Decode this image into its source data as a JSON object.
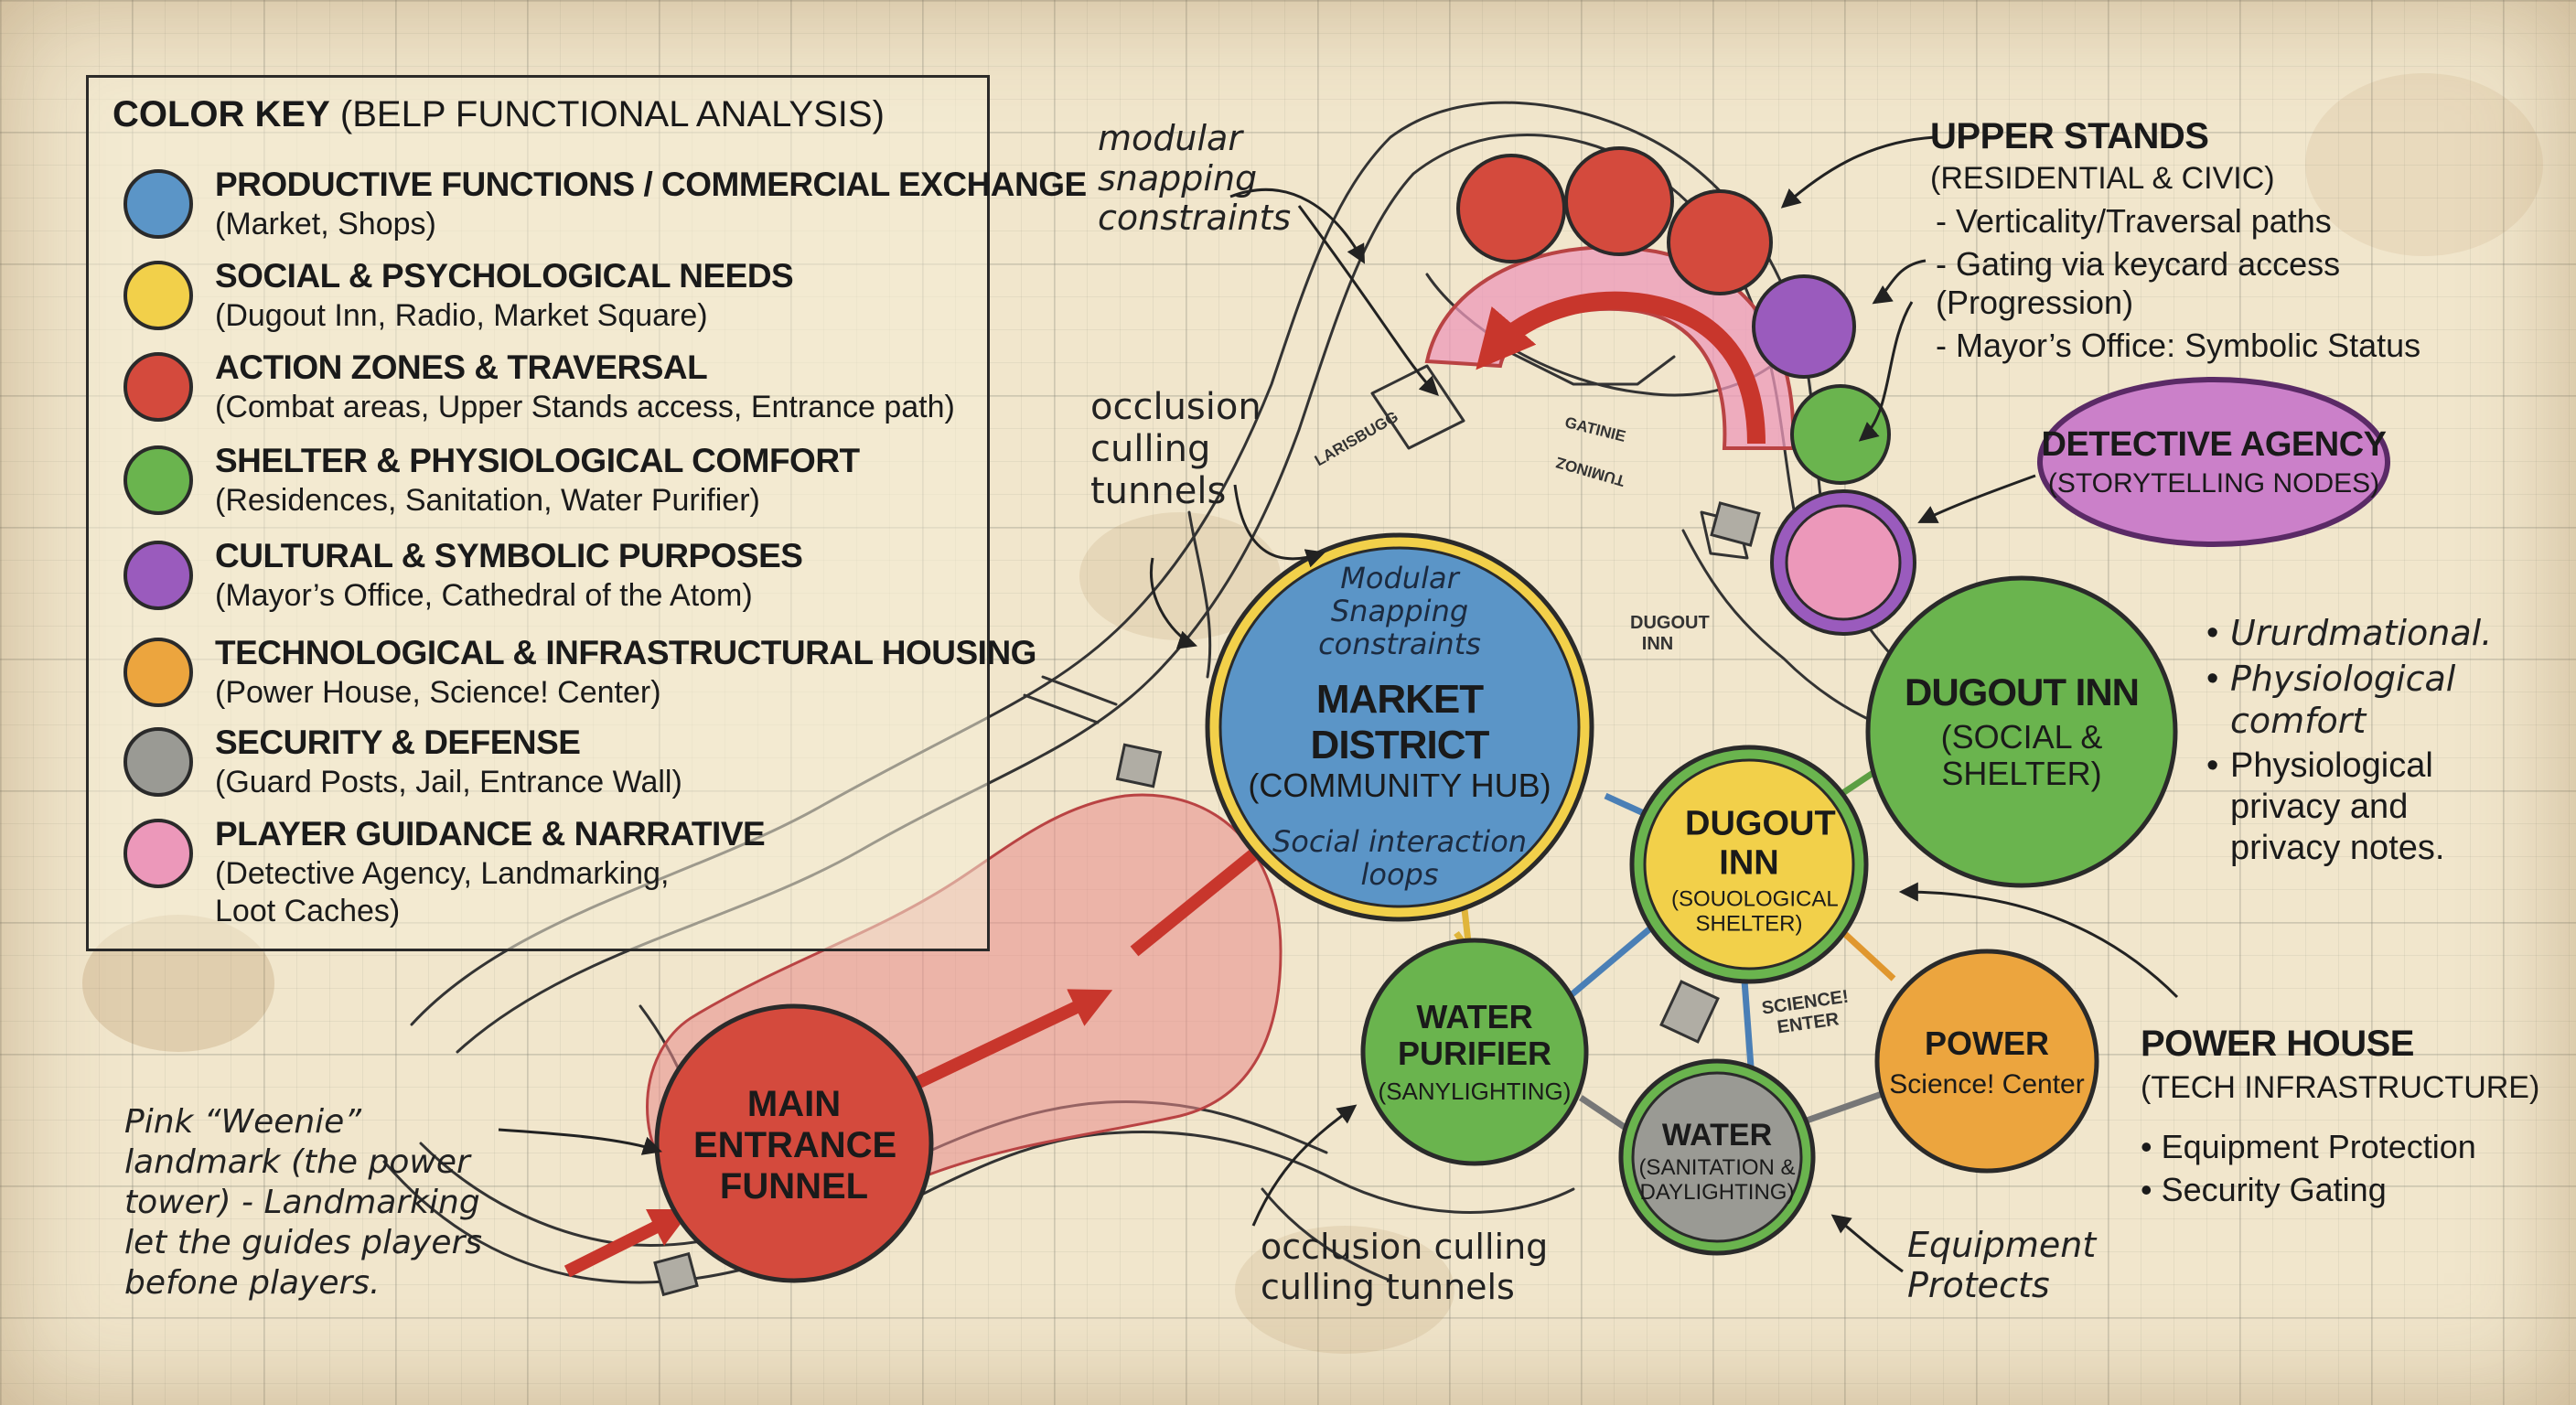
{
  "color_key": {
    "title_bold": "COLOR KEY",
    "title_rest": " (BELP FUNCTIONAL ANALYSIS)",
    "items": [
      {
        "label": "PRODUCTIVE FUNCTIONS / COMMERCIAL EXCHANGE",
        "sub": "(Market, Shops)",
        "color": "#5b95c7"
      },
      {
        "label": "SOCIAL & PSYCHOLOGICAL NEEDS",
        "sub": "(Dugout Inn, Radio, Market Square)",
        "color": "#f2d04a"
      },
      {
        "label": "ACTION ZONES & TRAVERSAL",
        "sub": "(Combat areas, Upper Stands access, Entrance path)",
        "color": "#d44a3d"
      },
      {
        "label": "SHELTER & PHYSIOLOGICAL COMFORT",
        "sub": "(Residences, Sanitation, Water Purifier)",
        "color": "#6ab44e"
      },
      {
        "label": "CULTURAL & SYMBOLIC PURPOSES",
        "sub": "(Mayor’s Office, Cathedral of the Atom)",
        "color": "#9a5bbd"
      },
      {
        "label": "TECHNOLOGICAL & INFRASTRUCTURAL HOUSING",
        "sub": "(Power House, Science! Center)",
        "color": "#eca53e"
      },
      {
        "label": "SECURITY & DEFENSE",
        "sub": "(Guard Posts, Jail, Entrance Wall)",
        "color": "#9a9a94"
      },
      {
        "label": "PLAYER GUIDANCE & NARRATIVE",
        "sub": "(Detective Agency, Landmarking, Loot Caches)",
        "color": "#ec98ba"
      }
    ]
  },
  "nodes": {
    "market": {
      "italic_top": "Modular Snapping constraints",
      "title": "MARKET DISTRICT",
      "subtitle": "(COMMUNITY HUB)",
      "italic_bottom": "Social interaction loops"
    },
    "dugout_big": {
      "title": "DUGOUT INN",
      "subtitle": "(SOCIAL & SHELTER)"
    },
    "dugout_small": {
      "title": "DUGOUT INN",
      "subtitle": "(SOUOLOGICAL SHELTER)"
    },
    "water_purifier": {
      "title": "WATER PURIFIER",
      "subtitle": "(SANYLIGHTING)"
    },
    "water": {
      "title": "WATER",
      "subtitle": "(SANITATION & DAYLIGHTING)"
    },
    "power": {
      "title": "POWER",
      "subtitle": "Science! Center"
    },
    "entrance": {
      "title": "MAIN ENTRANCE FUNNEL"
    },
    "detective": {
      "title": "DETECTIVE AGENCY",
      "subtitle": "(STORYTELLING NODES)"
    }
  },
  "annotations": {
    "modular": "modular snapping constraints",
    "occlusion_top": "occlusion culling tunnels",
    "occlusion_bottom": "occlusion culling culling tunnels",
    "weenie": "Pink “Weenie” landmark (the power tower) - Landmarking let the guides players befone players.",
    "equipment": "Equipment Protects",
    "dugout_map": "DUGOUT INN",
    "science_map": "SCIENCE! ENTER",
    "larisbugg": "LARISBUGG",
    "gatinie": "GATINIE",
    "tuminoz": "TUMINOZ"
  },
  "upper_stands": {
    "title": "UPPER STANDS",
    "subtitle": "(RESIDENTIAL & CIVIC)",
    "bullets": [
      "- Verticality/Traversal paths",
      "- Gating via keycard access (Progression)",
      "- Mayor’s Office: Symbolic Status"
    ]
  },
  "right_notes": {
    "bullets": [
      "Ururdmational.",
      "Physiological comfort",
      "Physiological privacy and privacy notes."
    ]
  },
  "power_house": {
    "title": "POWER HOUSE",
    "subtitle": "(TECH INFRASTRUCTURE)",
    "bullets": [
      "• Equipment Protection",
      "• Security Gating"
    ]
  }
}
